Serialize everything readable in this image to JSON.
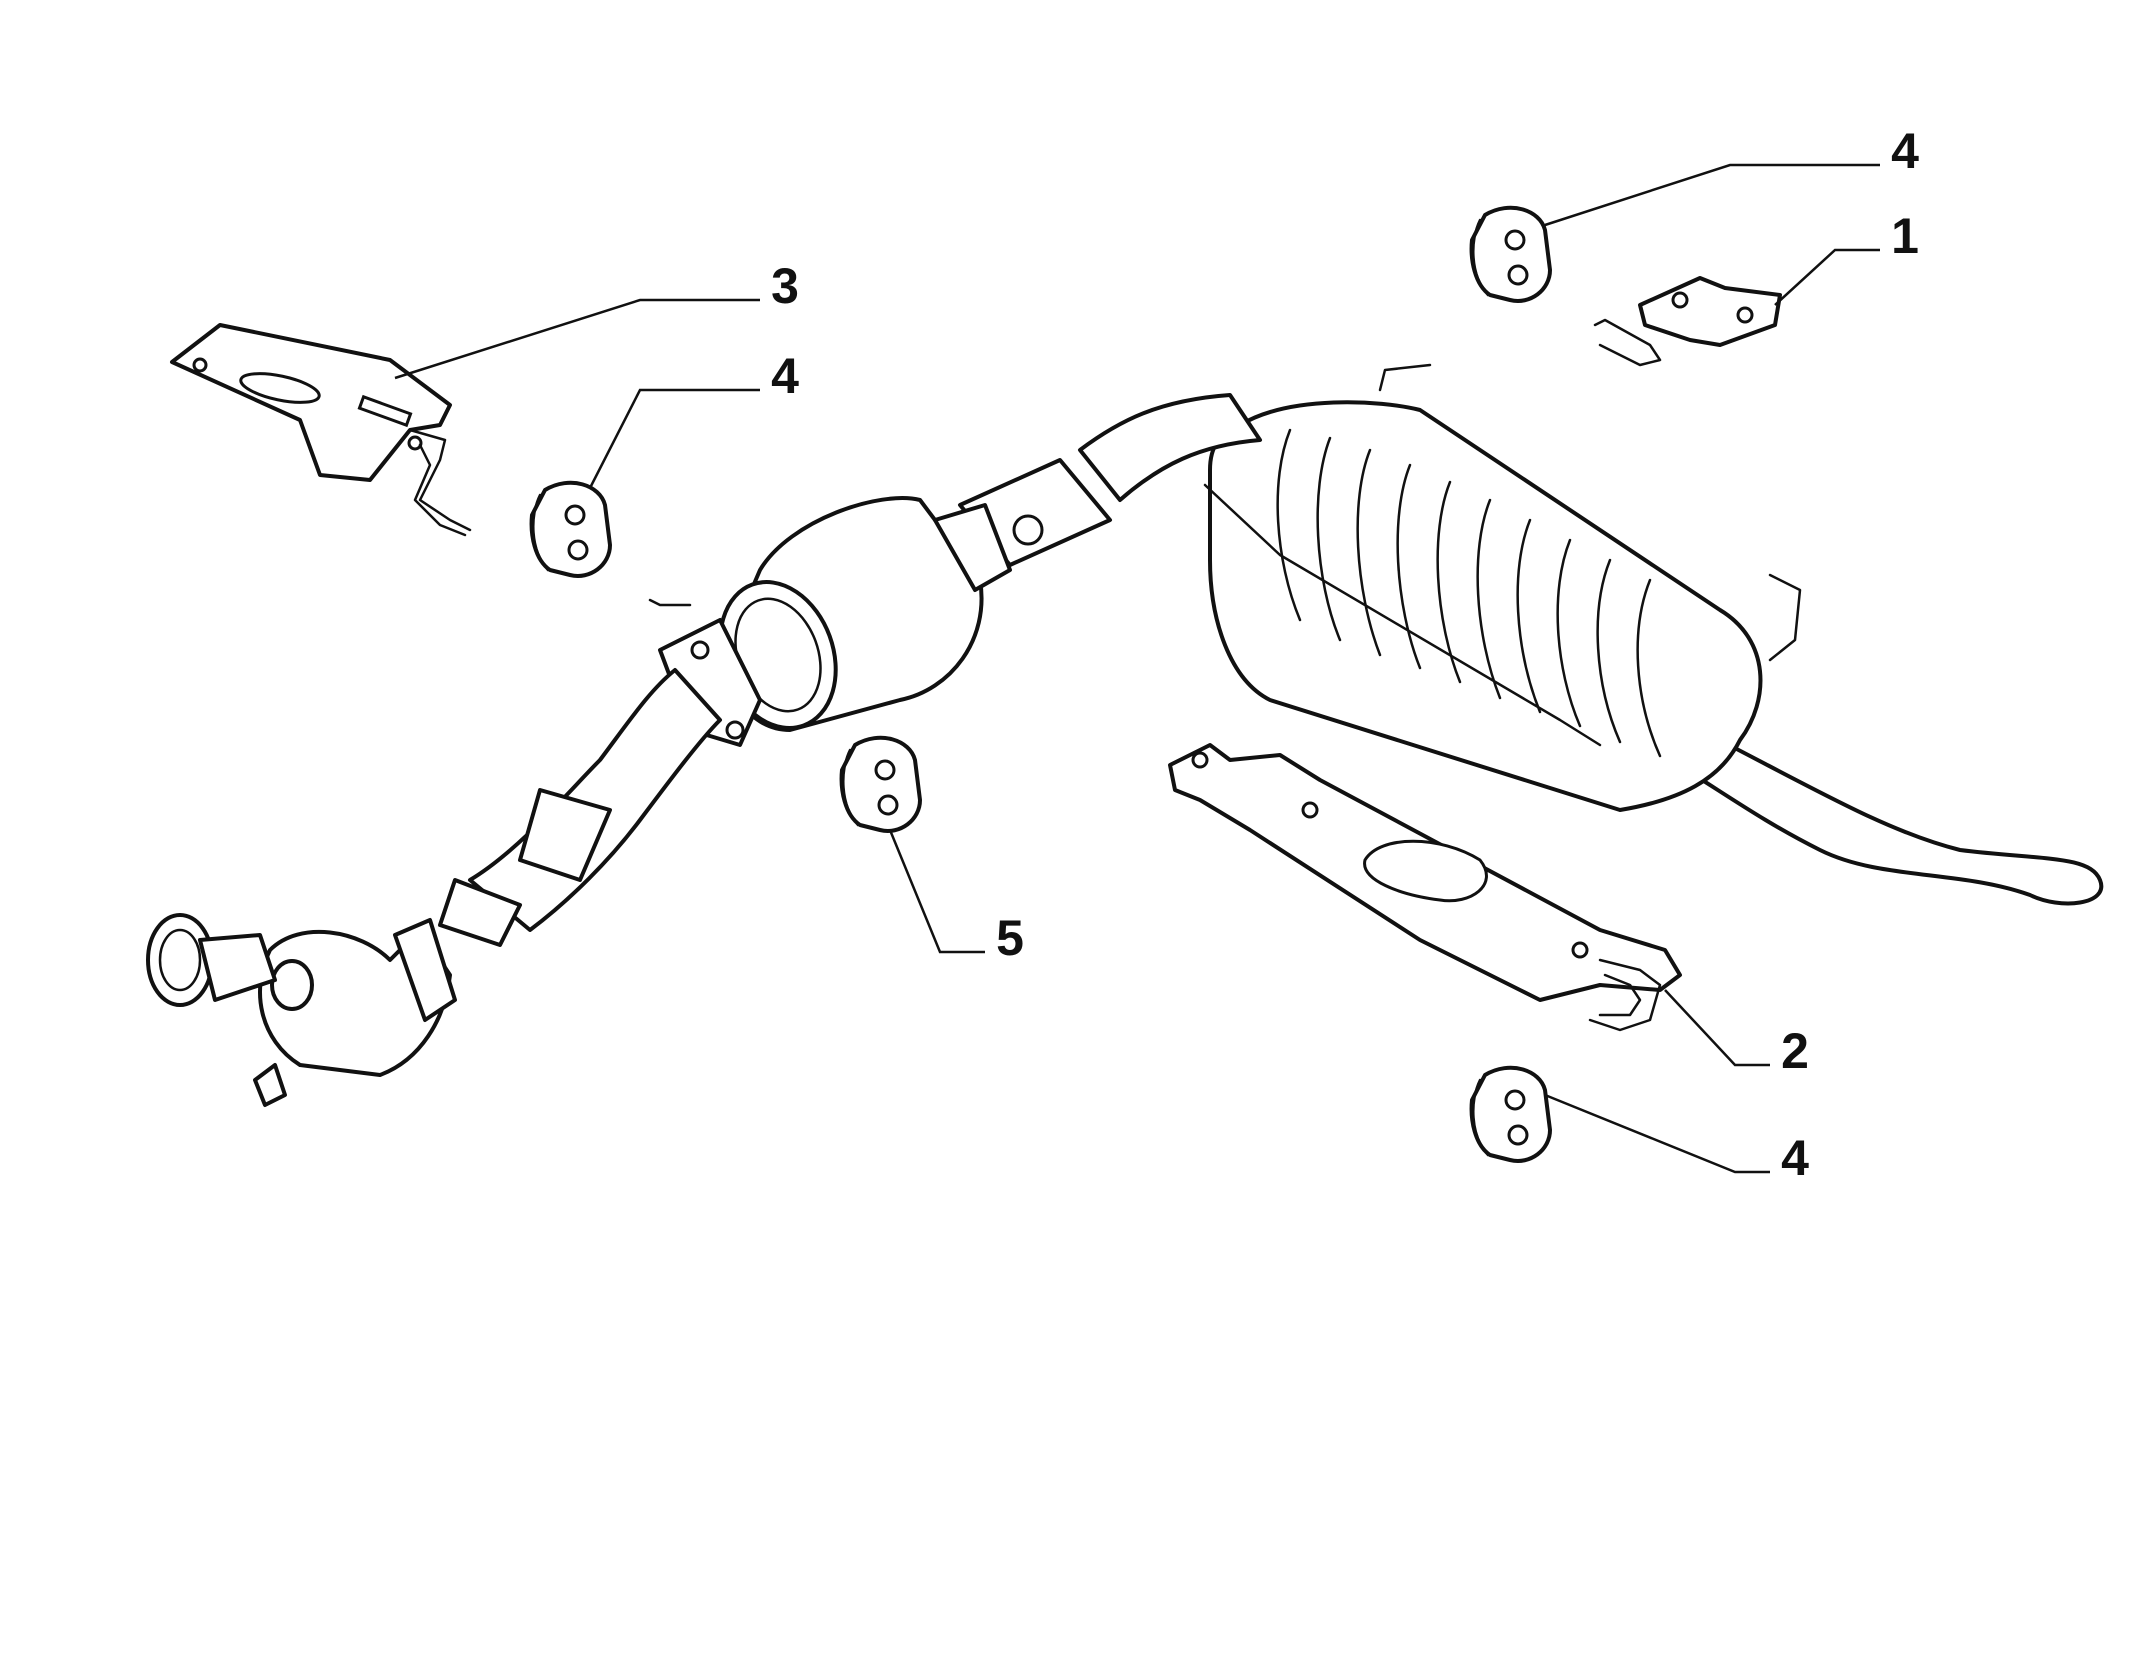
{
  "diagram": {
    "callouts": [
      {
        "id": "c4_top",
        "label": "4"
      },
      {
        "id": "c1",
        "label": "1"
      },
      {
        "id": "c3",
        "label": "3"
      },
      {
        "id": "c4_left",
        "label": "4"
      },
      {
        "id": "c5",
        "label": "5"
      },
      {
        "id": "c2",
        "label": "2"
      },
      {
        "id": "c4_bottom",
        "label": "4"
      }
    ]
  },
  "colors": {
    "line": "#111111",
    "background": "#ffffff"
  }
}
